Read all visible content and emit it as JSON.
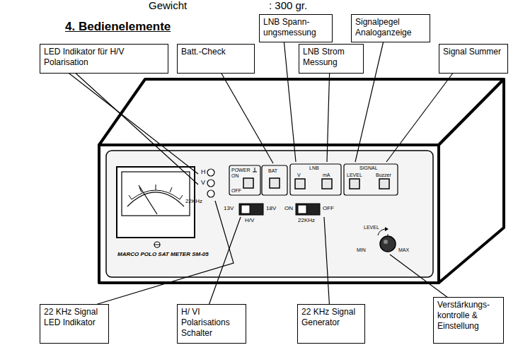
{
  "diagram": {
    "title": "4. Bedienelemente",
    "nodes": [
      {
        "text": [
          "LED Indikator für H/V Polarisation"
        ]
      },
      {
        "text": [
          "Batt.-Check"
        ]
      },
      {
        "text": [
          "LNB Spann- ungsmessung"
        ]
      },
      {
        "text": [
          "LNB Strom Messung"
        ]
      },
      {
        "text": [
          "Signalpegel Analoganzeige"
        ]
      },
      {
        "text": [
          "Signal Summer"
        ]
      },
      {
        "text": [
          "22 KHz Signal LED Indikator"
        ]
      },
      {
        "text": [
          "H/ VI Polarisations Schalter"
        ]
      },
      {
        "text": [
          "22 KHz Signal Generator"
        ]
      },
      {
        "text": [
          "Verstärkungs- kontrolle & Einstellung"
        ]
      }
    ],
    "labels": [
      "Gewicht",
      ": 300 gr.",
      "H",
      "V",
      "22KHz",
      "POWER",
      "ON",
      "OFF",
      "BAT",
      "LNB",
      "V",
      "mA",
      "SIGNAL",
      "LEVEL",
      "Buzzer",
      "13V",
      "18V",
      "H/V",
      "ON",
      "OFF",
      "22KHz",
      "LEVEL",
      "MIN",
      "MAX",
      "MARCO POLO SAT METER SM-05"
    ]
  }
}
